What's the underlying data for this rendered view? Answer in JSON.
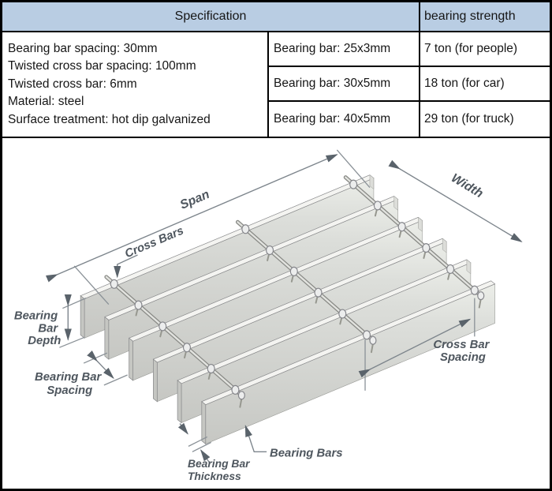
{
  "table": {
    "header": {
      "specification": "Specification",
      "bearing_strength": "bearing strength"
    },
    "header_bg": "#b9cde3",
    "spec_lines": [
      "Bearing bar spacing: 30mm",
      "Twisted cross bar spacing: 100mm",
      "Twisted cross bar: 6mm",
      "Material: steel",
      "Surface treatment: hot dip galvanized"
    ],
    "rows": [
      {
        "bearing_bar": "Bearing bar: 25x3mm",
        "strength": "7 ton (for people)"
      },
      {
        "bearing_bar": "Bearing bar: 30x5mm",
        "strength": "18 ton (for car)"
      },
      {
        "bearing_bar": "Bearing bar: 40x5mm",
        "strength": "29 ton (for truck)"
      }
    ]
  },
  "diagram": {
    "labels": {
      "span": "Span",
      "width": "Width",
      "cross_bars": "Cross Bars",
      "bearing_bar_depth": [
        "Bearing",
        "Bar",
        "Depth"
      ],
      "bearing_bar_spacing": [
        "Bearing Bar",
        "Spacing"
      ],
      "cross_bar_spacing": [
        "Cross Bar",
        "Spacing"
      ],
      "bearing_bars": "Bearing Bars",
      "bearing_bar_thickness": [
        "Bearing Bar",
        "Thickness"
      ]
    },
    "label_color": "#4e565e",
    "dimension_line_color": "#7d858c",
    "steel_light": "#e8e9e5",
    "steel_dark": "#cbccc8"
  }
}
